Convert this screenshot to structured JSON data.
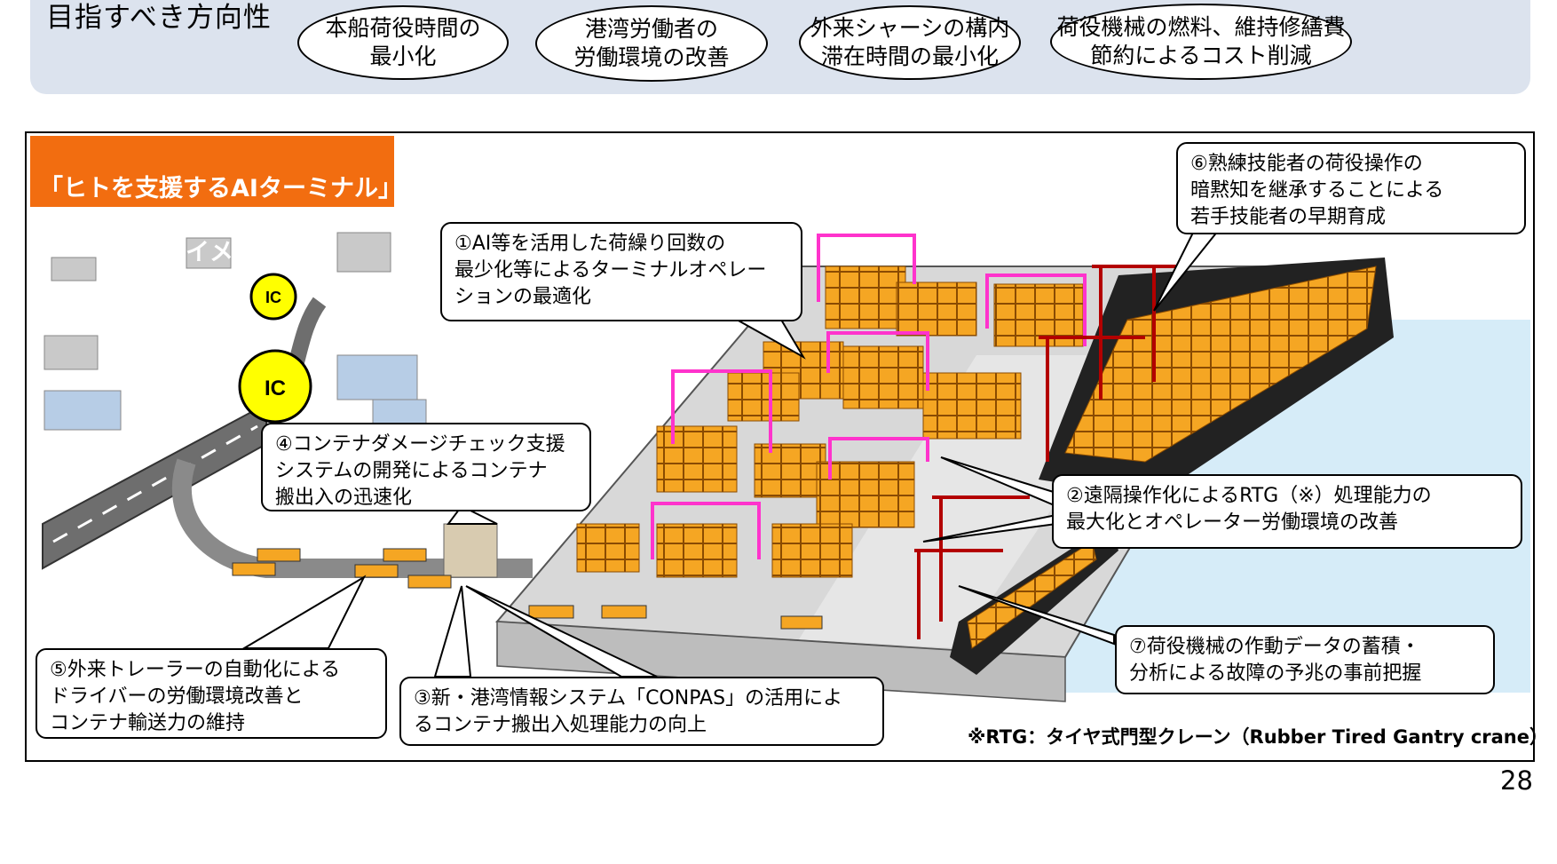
{
  "header": {
    "direction_label": "目指すべき方向性",
    "goals": [
      {
        "text": "本船荷役時間の\n最小化"
      },
      {
        "text": "港湾労働者の\n労働環境の改善"
      },
      {
        "text": "外来シャーシの構内\n滞在時間の最小化"
      },
      {
        "text": "荷役機械の燃料、維持修繕費\n節約によるコスト削減"
      }
    ]
  },
  "diagram": {
    "title_line1": "「ヒトを支援するAIターミナル」",
    "title_line2": "のイメージ",
    "ic_labels": [
      "IC",
      "IC"
    ],
    "callouts": {
      "c1": "①AI等を活用した荷繰り回数の\n最少化等によるターミナルオペレー\nションの最適化",
      "c2": "②遠隔操作化によるRTG（※）処理能力の\n最大化とオペレーター労働環境の改善",
      "c3": "③新・港湾情報システム「CONPAS」の活用によ\nるコンテナ搬出入処理能力の向上",
      "c4": "④コンテナダメージチェック支援\nシステムの開発によるコンテナ\n搬出入の迅速化",
      "c5": "⑤外来トレーラーの自動化による\nドライバーの労働環境改善と\nコンテナ輸送力の維持",
      "c6": "⑥熟練技能者の荷役操作の\n暗黙知を継承することによる\n若手技能者の早期育成",
      "c7": "⑦荷役機械の作動データの蓄積・\n分析による故障の予兆の事前把握"
    },
    "footnote": "※RTG：タイヤ式門型クレーン（Rubber Tired Gantry crane）"
  },
  "page_number": "28",
  "colors": {
    "header_band": "#dce3ee",
    "title_bg": "#f26d10",
    "container": "#f5a623",
    "rtg_frame": "#ff33cc",
    "ic_circle": "#ffff00",
    "sea": "#cfe6f5"
  }
}
